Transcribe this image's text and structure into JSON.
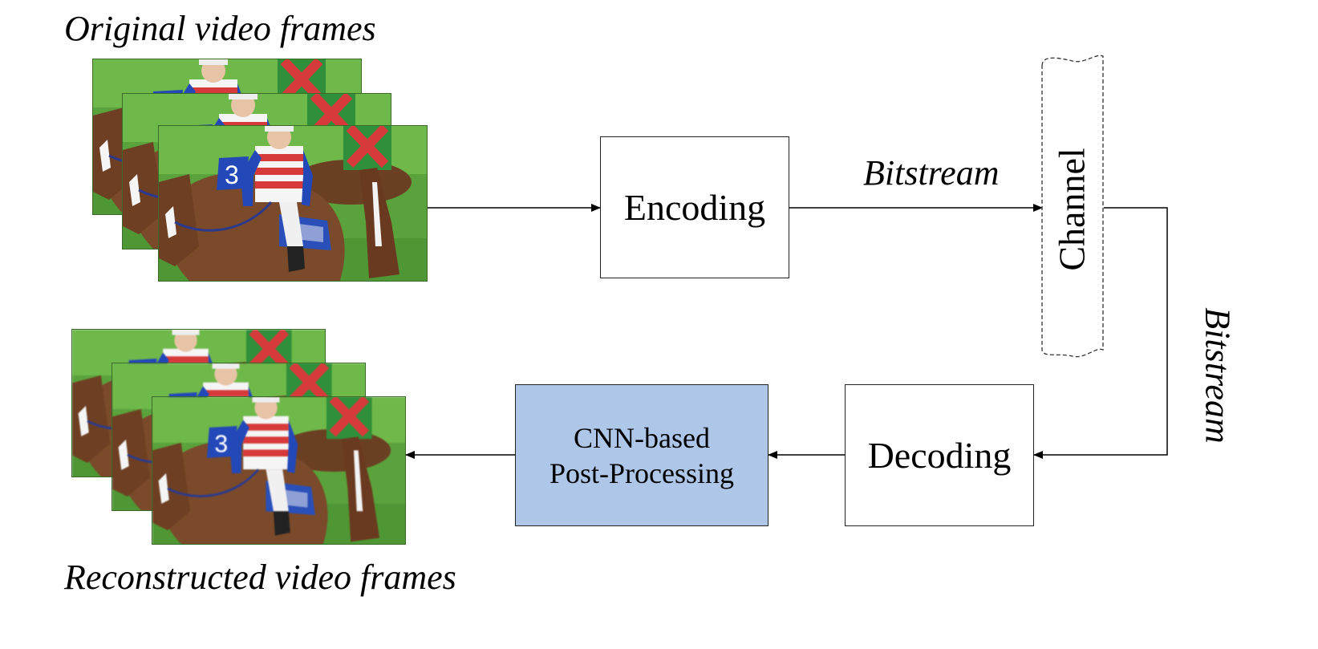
{
  "labels": {
    "original_frames": "Original video frames",
    "reconstructed_frames": "Reconstructed video frames",
    "bitstream_top": "Bitstream",
    "bitstream_side": "Bitstream"
  },
  "blocks": {
    "encoding": "Encoding",
    "channel": "Channel",
    "decoding": "Decoding",
    "postproc_line1": "CNN-based",
    "postproc_line2": "Post-Processing"
  },
  "colors": {
    "postproc_fill": "#aec6e8",
    "grass": "#5aa23c",
    "horse": "#7a4a2a",
    "silk_blue": "#2348b8",
    "silk_red": "#d63a3a",
    "silk_green": "#2f8f3a"
  },
  "icons": {
    "frame_image": "racehorse-jockey-photo"
  }
}
